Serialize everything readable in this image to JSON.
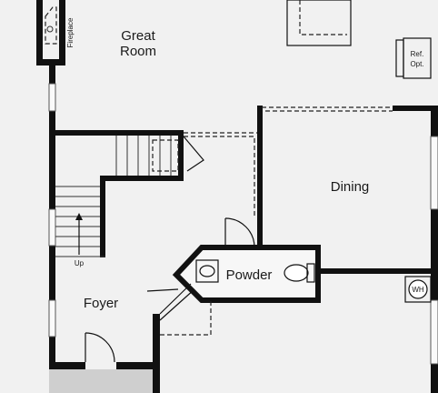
{
  "rooms": {
    "great_room": [
      "Great",
      "Room"
    ],
    "dining": "Dining",
    "powder": "Powder",
    "foyer": "Foyer"
  },
  "fixtures": {
    "fireplace": "Fireplace",
    "refrigerator": [
      "Ref.",
      "Opt."
    ],
    "water_heater": "WH",
    "stair_direction": "Up"
  }
}
